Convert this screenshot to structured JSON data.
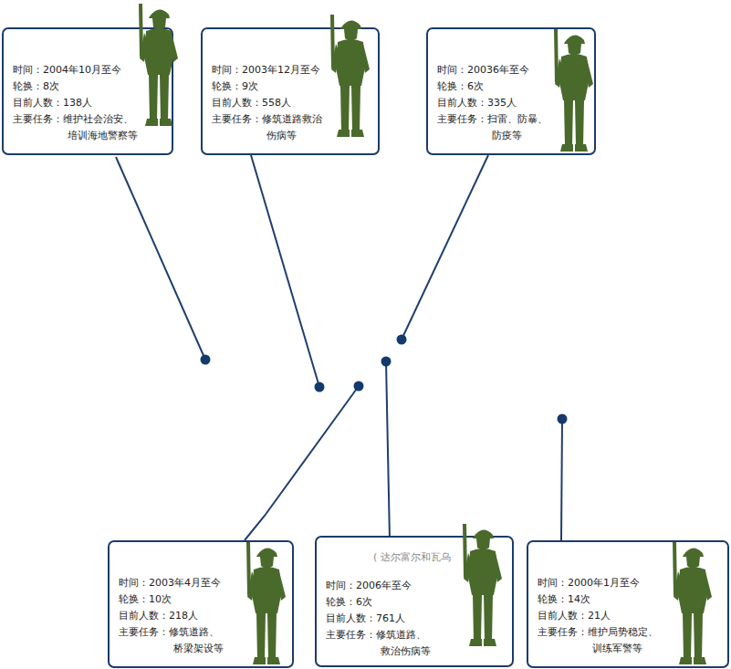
{
  "diagram": {
    "nodes": [
      {
        "text": [
          "时间：2004年10月至今",
          "轮换：8次",
          "目前人数：138人",
          "主要任务：维护社会治安、 培训海地警察等"
        ]
      },
      {
        "text": [
          "时间：2003年12月至今",
          "轮换：9次",
          "目前人数：558人",
          "主要任务：修筑道路救治 伤病等"
        ]
      },
      {
        "text": [
          "时间：20036年至今",
          "轮换：6次",
          "目前人数：335人",
          "主要任务：扫雷、防暴、 防疫等"
        ]
      },
      {
        "text": [
          "时间：2003年4月至今",
          "轮换：10次",
          "目前人数：218人",
          "主要任务：修筑道路、 桥梁架设等"
        ]
      },
      {
        "text": [
          "( 达尔富尔和瓦乌",
          "时间：2006年至今",
          "轮换：6次",
          "目前人数：761人",
          "主要任务：修筑道路、 救治伤病等"
        ]
      },
      {
        "text": [
          "时间：2000年1月至今",
          "轮换：14次",
          "目前人数：21人",
          "主要任务：维护局势稳定、 训练军警等"
        ]
      }
    ]
  }
}
